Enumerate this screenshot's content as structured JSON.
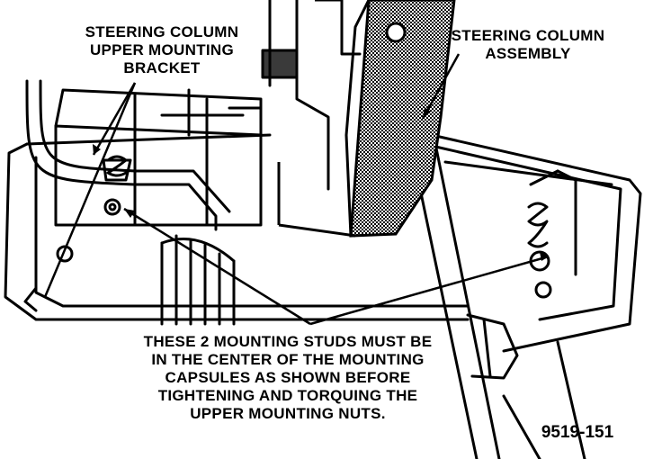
{
  "labels": {
    "upper_bracket": [
      "STEERING COLUMN",
      "UPPER MOUNTING",
      "BRACKET"
    ],
    "column_assembly": [
      "STEERING COLUMN",
      "ASSEMBLY"
    ],
    "note": [
      "THESE 2 MOUNTING STUDS MUST BE",
      "IN THE CENTER OF THE MOUNTING",
      "CAPSULES AS SHOWN BEFORE",
      "TIGHTENING AND TORQUING THE",
      "UPPER MOUNTING NUTS."
    ]
  },
  "figure_number": "9519-151",
  "colors": {
    "ink": "#000000",
    "paper": "#ffffff",
    "shade": "#7a7a7a"
  }
}
